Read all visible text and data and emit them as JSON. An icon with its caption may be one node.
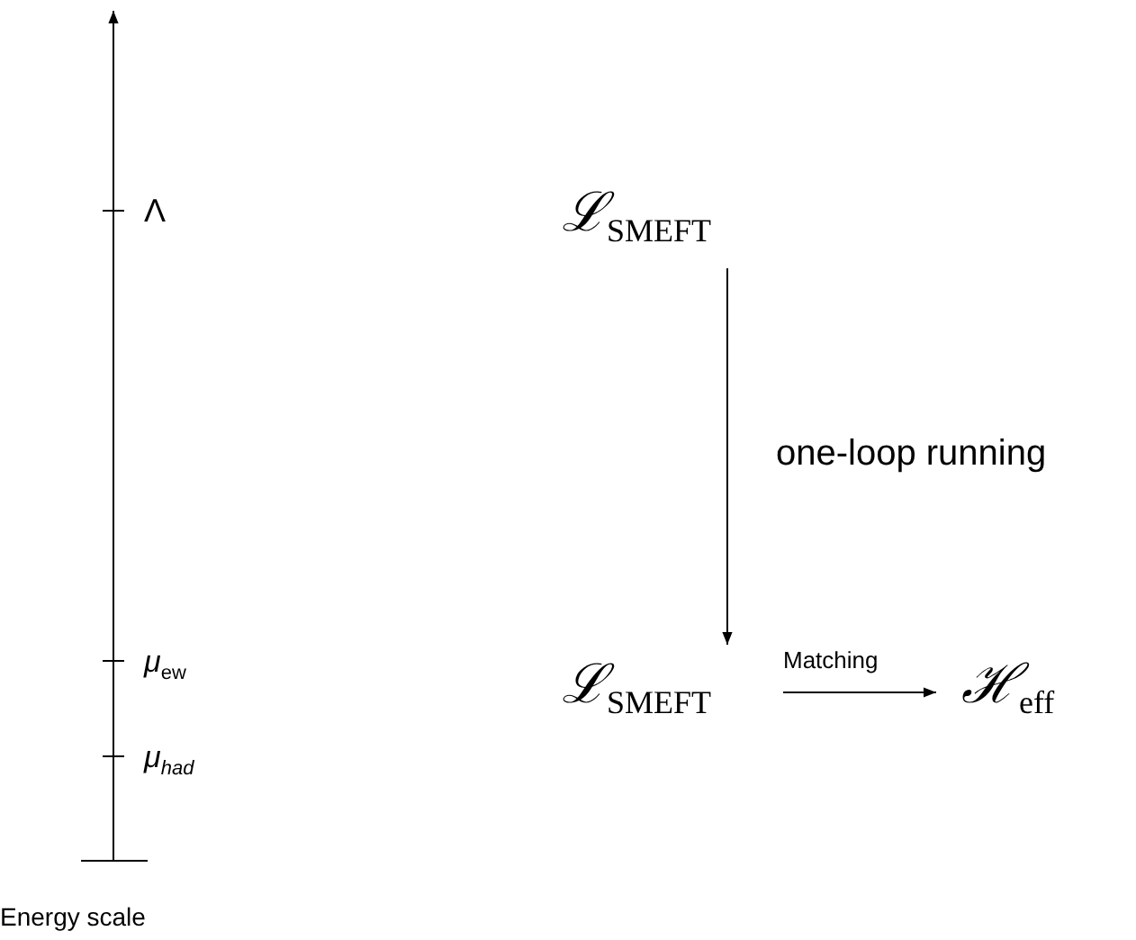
{
  "diagram": {
    "nodes": [
      {
        "text": [
          "ℒ$_{SMEFT}$"
        ]
      },
      {
        "text": [
          "ℒ$_{SMEFT}$"
        ]
      },
      {
        "text": [
          "ℋ$_{eff}$"
        ]
      }
    ],
    "edges": [
      {
        "from": 0,
        "to": 1,
        "arrow": "to",
        "label": "one-loop running"
      },
      {
        "from": 1,
        "to": 2,
        "arrow": "to",
        "label": "Matching"
      }
    ],
    "labels": [
      "Λ",
      "*μ*$_{ew}$",
      "*μ*$_{had}$",
      "Energy scale"
    ]
  }
}
